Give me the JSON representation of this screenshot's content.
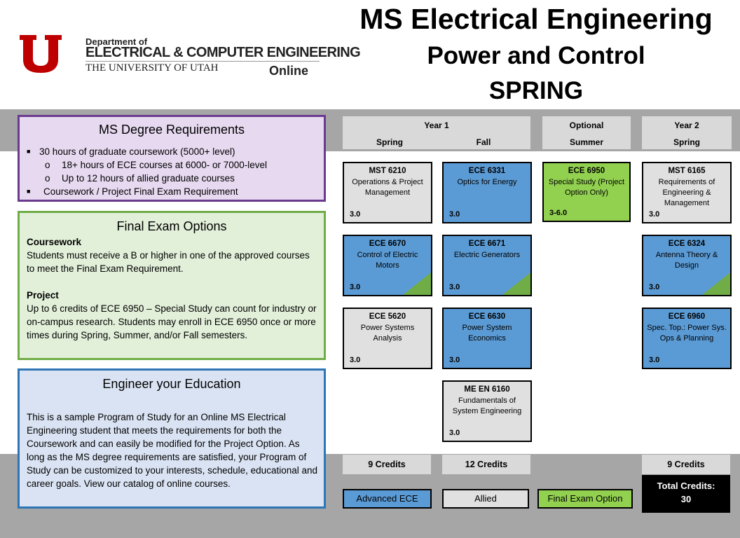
{
  "header": {
    "title": "MS Electrical Engineering",
    "subtitle": "Power and Control",
    "term": "SPRING"
  },
  "logo": {
    "dept_of": "Department of",
    "dept_name": "ELECTRICAL & COMPUTER ENGINEERING",
    "university": "THE UNIVERSITY OF UTAH",
    "online": "Online",
    "color": "#be0000"
  },
  "requirements": {
    "title": "MS Degree Requirements",
    "items": [
      "30 hours of graduate coursework (5000+ level)",
      "18+ hours of ECE courses at 6000- or 7000-level",
      "Up to 12 hours of allied graduate courses",
      "Coursework / Project Final Exam Requirement"
    ]
  },
  "final_exam": {
    "title": "Final Exam Options",
    "coursework_heading": "Coursework",
    "coursework_text": "Students must receive a B or higher in one of the approved courses to meet the Final Exam Requirement.",
    "project_heading": "Project",
    "project_text": "Up to 6 credits of ECE 6950 – Special Study can count for industry or on-campus research. Students may enroll in ECE 6950 once or more times during Spring, Summer, and/or Fall semesters."
  },
  "engineer": {
    "title": "Engineer your Education",
    "text": "This is a sample Program of Study for an Online MS Electrical Engineering student that meets the requirements for both the Coursework and can easily be modified for the Project Option. As long as the MS degree requirements are satisfied, your Program of Study can be customized to your interests, schedule, educational and career goals. View our catalog of online courses."
  },
  "schedule": {
    "year1": "Year 1",
    "optional": "Optional",
    "year2": "Year 2",
    "spring": "Spring",
    "fall": "Fall",
    "summer": "Summer",
    "spring2": "Spring"
  },
  "courses": {
    "mst6210": {
      "code": "MST 6210",
      "name": "Operations & Project Management",
      "credits": "3.0"
    },
    "ece6331": {
      "code": "ECE 6331",
      "name": "Optics for Energy",
      "credits": "3.0"
    },
    "ece6950": {
      "code": "ECE 6950",
      "name": "Special Study (Project Option Only)",
      "credits": "3-6.0"
    },
    "mst6165": {
      "code": "MST 6165",
      "name": "Requirements of Engineering & Management",
      "credits": "3.0"
    },
    "ece6670": {
      "code": "ECE 6670",
      "name": "Control of Electric Motors",
      "credits": "3.0"
    },
    "ece6671": {
      "code": "ECE 6671",
      "name": "Electric Generators",
      "credits": "3.0"
    },
    "ece6324": {
      "code": "ECE 6324",
      "name": "Antenna Theory & Design",
      "credits": "3.0"
    },
    "ece5620": {
      "code": "ECE 5620",
      "name": "Power Systems Analysis",
      "credits": "3.0"
    },
    "ece6630": {
      "code": "ECE 6630",
      "name": "Power System Economics",
      "credits": "3.0"
    },
    "ece6960": {
      "code": "ECE 6960",
      "name": "Spec. Top.: Power Sys. Ops & Planning",
      "credits": "3.0"
    },
    "meen6160": {
      "code": "ME EN 6160",
      "name": "Fundamentals of System Engineering",
      "credits": "3.0"
    }
  },
  "credits": {
    "spring1": "9 Credits",
    "fall1": "12 Credits",
    "spring2": "9 Credits",
    "total_label": "Total Credits:",
    "total_value": "30"
  },
  "legend": {
    "advanced": "Advanced ECE",
    "allied": "Allied",
    "final_exam": "Final Exam Option"
  },
  "colors": {
    "advanced": "#5b9bd5",
    "allied": "#e0e0e0",
    "final_exam": "#92d050",
    "exam_marker": "#70ad47"
  }
}
